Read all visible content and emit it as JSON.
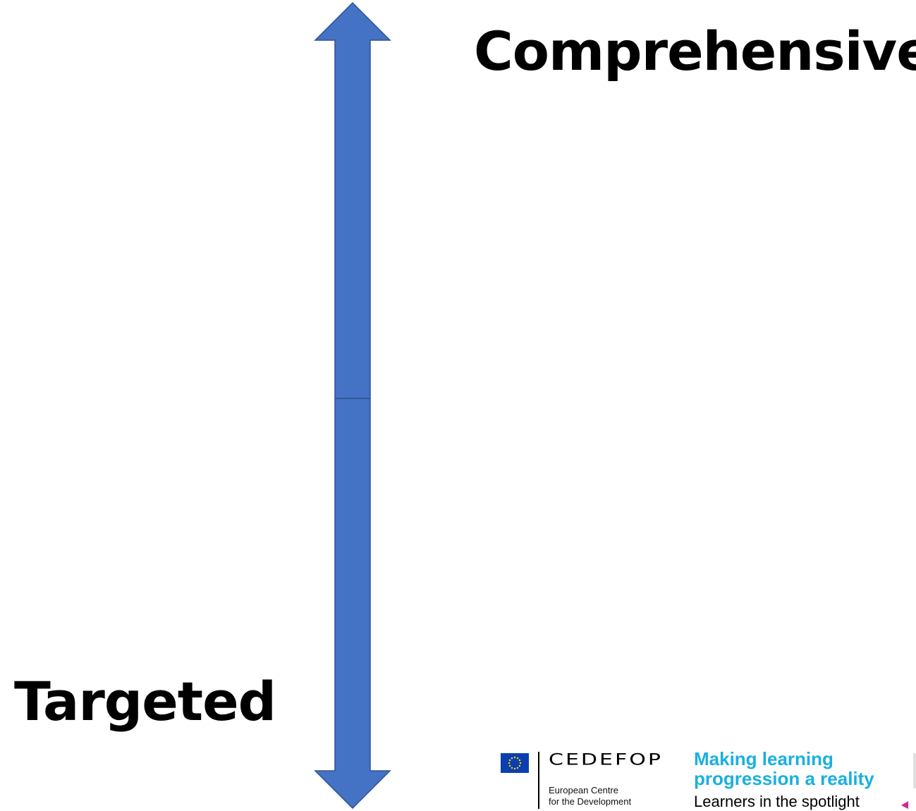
{
  "labels": {
    "top": "Comprehensive",
    "bottom": "Targeted"
  },
  "arrow": {
    "fill": "#4472c4",
    "stroke": "#2f528f"
  },
  "footer": {
    "brand": "CEDEFOP",
    "brand_sub_line1": "European Centre",
    "brand_sub_line2": "for the Development",
    "tagline_line1": "Making learning",
    "tagline_line2": "progression a reality",
    "subtagline": "Learners in the spotlight",
    "tagline_color": "#1ab0e0",
    "flag_color": "#0b3fb0",
    "flag_star_color": "#ffd700",
    "icons": [
      "eu-flag-icon"
    ]
  }
}
